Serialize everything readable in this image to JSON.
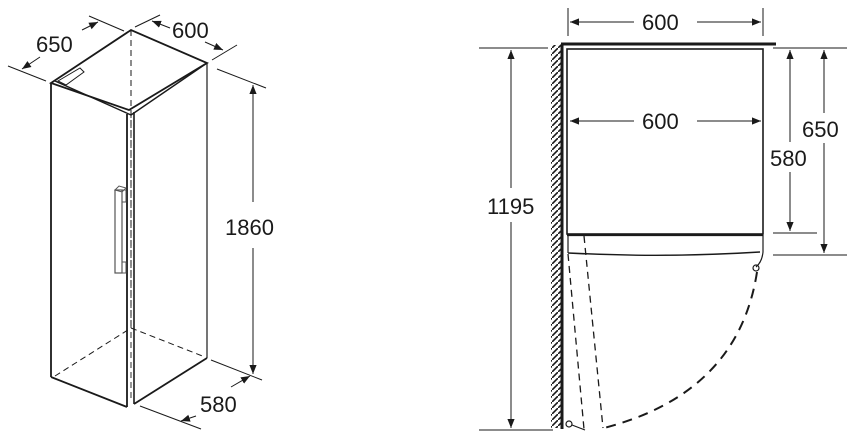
{
  "diagram": {
    "title": "Appliance installation dimensions",
    "left_view": {
      "name": "isometric-view",
      "dimensions": {
        "depth_total": "650",
        "width": "600",
        "height": "1860",
        "depth_body": "580"
      }
    },
    "right_view": {
      "name": "top-view-door-swing",
      "dimensions": {
        "width_top": "600",
        "width_inner": "600",
        "depth_body": "580",
        "depth_total": "650",
        "clearance_with_open_door": "1195"
      }
    },
    "colors": {
      "line": "#1a1a1a",
      "background": "#ffffff",
      "handle": "#555555"
    }
  }
}
